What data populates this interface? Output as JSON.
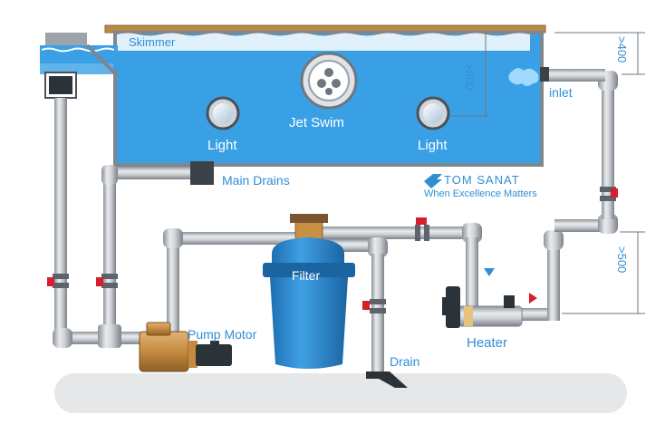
{
  "labels": {
    "skimmer": "Skimmer",
    "jet_swim": "Jet Swim",
    "light_left": "Light",
    "light_right": "Light",
    "inlet": "inlet",
    "main_drains": "Main Drains",
    "filter": "Filter",
    "pump_motor": "Pump Motor",
    "heater": "Heater",
    "drain": "Drain"
  },
  "dimensions": {
    "depth_inlet": ">800",
    "above_water": ">400",
    "heater_rise": ">500"
  },
  "brand": {
    "name": "TOM SANAT",
    "tagline": "When Excellence Matters"
  },
  "colors": {
    "water": "#3aa0e6",
    "label": "#2f8fd6",
    "pipe": "#c9ccd0",
    "pipe_edge": "#8a8f95",
    "valve": "#d81e2c",
    "pump_brass": "#c98f45",
    "filter_tank": "#2e86c9",
    "ground": "#e6e7e9",
    "deck": "#b98a45"
  },
  "icons": {
    "flow_arrow_down": "triangle-down-icon",
    "flow_arrow_right": "triangle-right-icon"
  }
}
